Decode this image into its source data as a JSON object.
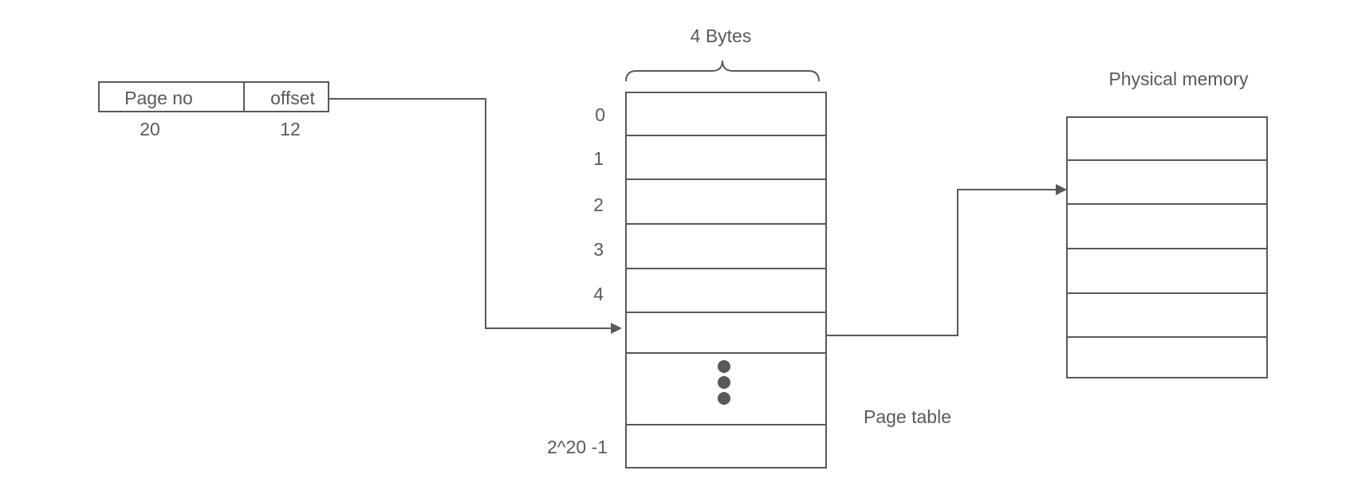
{
  "diagram": {
    "address": {
      "page_no_label": "Page no",
      "offset_label": "offset",
      "page_no_bits": "20",
      "offset_bits": "12"
    },
    "page_table": {
      "width_label": "4 Bytes",
      "row_indices": [
        "0",
        "1",
        "2",
        "3",
        "4"
      ],
      "last_index": "2^20 -1",
      "label": "Page table"
    },
    "physical_memory": {
      "label": "Physical memory"
    },
    "colors": {
      "stroke": "#595959",
      "text": "#595959",
      "background": "#ffffff"
    }
  }
}
